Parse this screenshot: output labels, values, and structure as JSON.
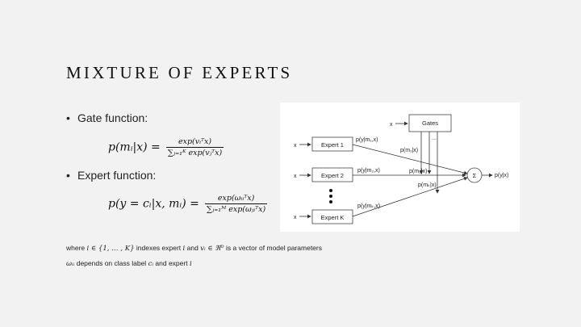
{
  "slide": {
    "title": "MIXTURE OF EXPERTS",
    "bullets": [
      {
        "label": "Gate function:"
      },
      {
        "label": "Expert function:"
      }
    ],
    "gate_equation": {
      "lhs": "p(mᵢ|x) =",
      "numerator": "exp(vᵢᵀx)",
      "denominator": "∑ⱼ₌₁ᴷ exp(vⱼᵀx)"
    },
    "expert_equation": {
      "lhs": "p(y = cᵢ|x, mᵢ) =",
      "numerator": "exp(ωᵢᵢᵀx)",
      "denominator": "∑ⱼ₌₁ᴹ exp(ωⱼᵢᵀx)"
    },
    "notes": {
      "line1": {
        "prefix": "where ",
        "set_expr": "i ∈ {1, … , K}",
        "middle": " indexes expert ",
        "i_var": "i",
        "and": " and ",
        "v_expr": "vᵢ ∈ ℜᴰ",
        "suffix": " is a vector of model parameters"
      },
      "line2": {
        "omega": "ωᵢᵢ",
        "middle": " depends on class label ",
        "c_var": "cᵢ",
        "and": " and expert ",
        "i_var": "i"
      }
    }
  },
  "diagram": {
    "inputs": [
      "x",
      "x",
      "x",
      "x"
    ],
    "gates_label": "Gates",
    "experts": [
      "Expert 1",
      "Expert 2",
      "Expert K"
    ],
    "expert_outputs": [
      "p(y|m₁,x)",
      "p(y|m₂,x)",
      "p(y|mₖ,x)"
    ],
    "gate_outputs": [
      "p(m₁|x)",
      "p(m₂|x)",
      "p(mₖ|x)"
    ],
    "gate_ellipsis": "...",
    "sum_symbol": "Σ",
    "output_label": "p(y|x)"
  }
}
